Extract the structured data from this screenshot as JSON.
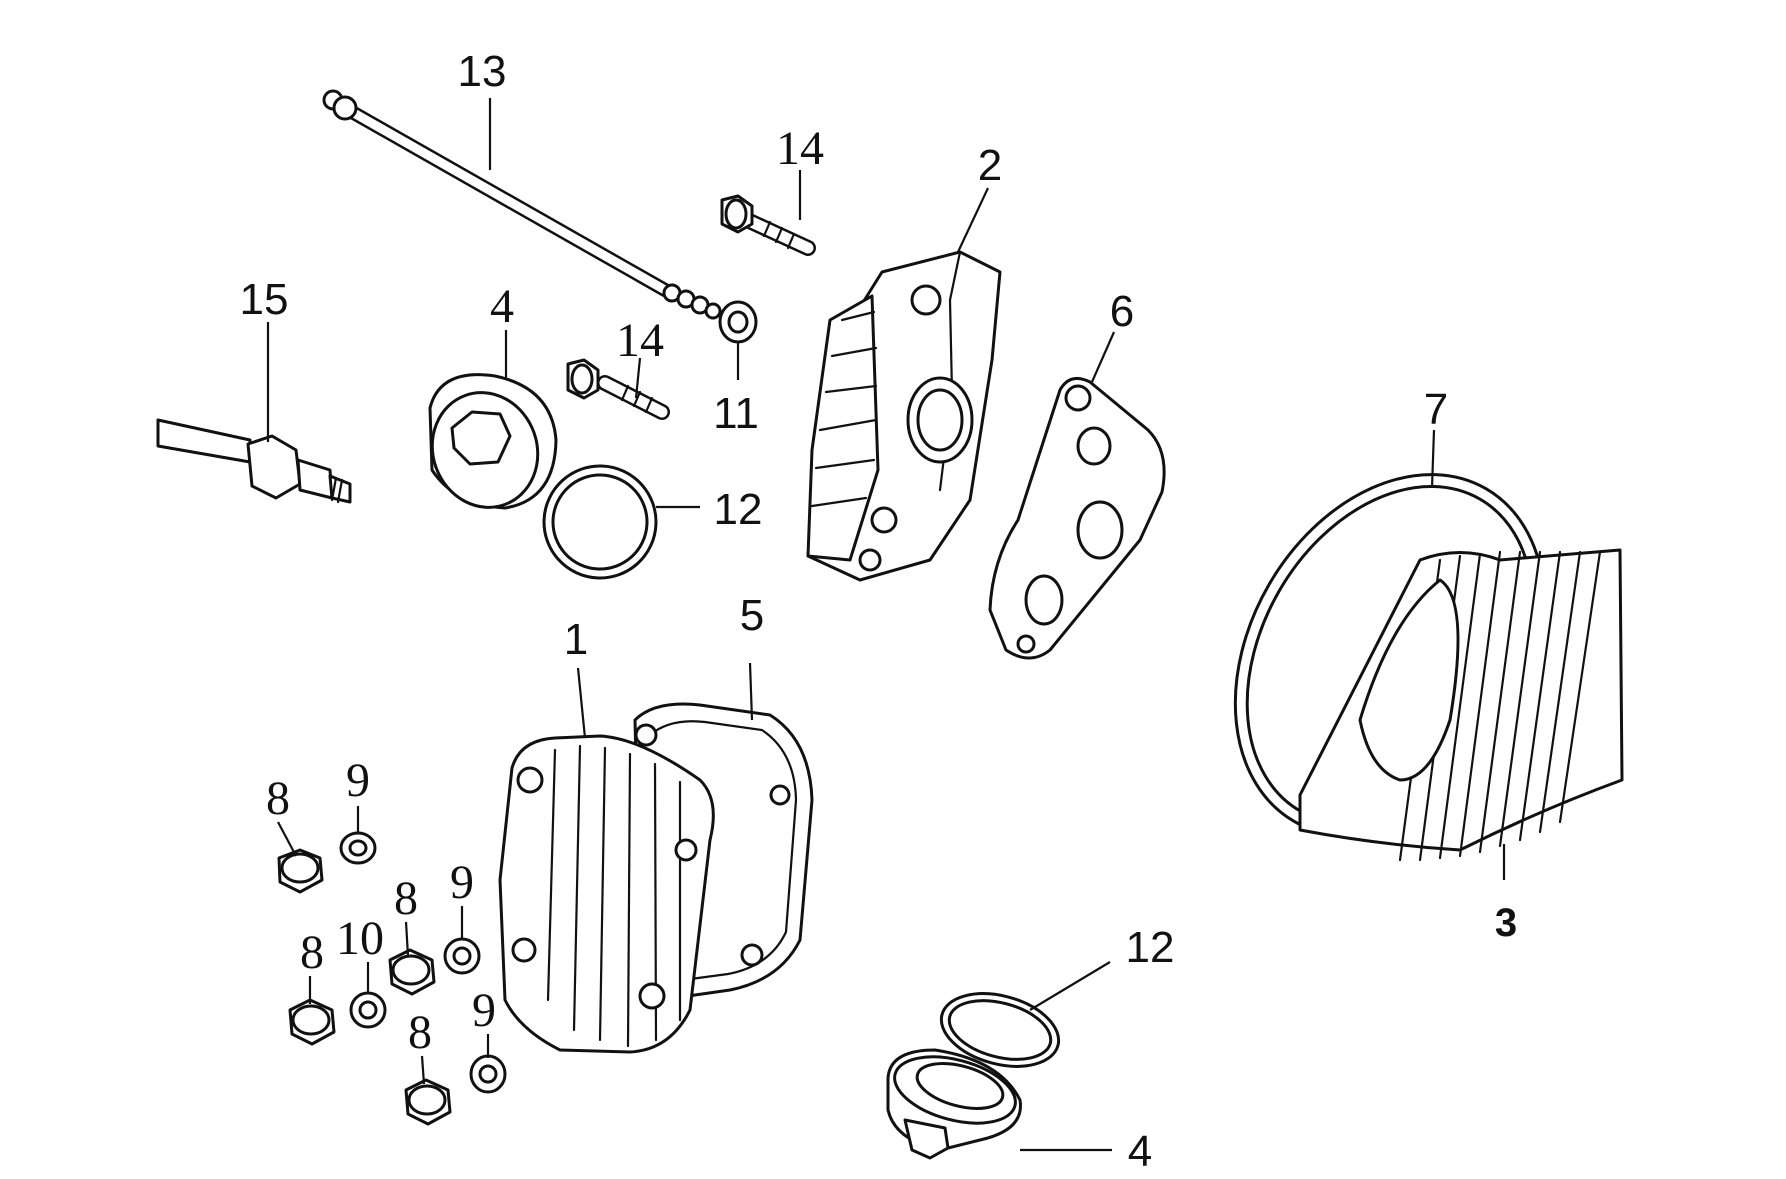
{
  "diagram": {
    "callouts": [
      {
        "id": "c13",
        "text": "13"
      },
      {
        "id": "c14a",
        "text": "14"
      },
      {
        "id": "c2",
        "text": "2"
      },
      {
        "id": "c15",
        "text": "15"
      },
      {
        "id": "c4a",
        "text": "4"
      },
      {
        "id": "c14b",
        "text": "14"
      },
      {
        "id": "c11",
        "text": "11"
      },
      {
        "id": "c12a",
        "text": "12"
      },
      {
        "id": "c6",
        "text": "6"
      },
      {
        "id": "c7",
        "text": "7"
      },
      {
        "id": "c1",
        "text": "1"
      },
      {
        "id": "c5",
        "text": "5"
      },
      {
        "id": "c3",
        "text": "3"
      },
      {
        "id": "c8a",
        "text": "8"
      },
      {
        "id": "c9a",
        "text": "9"
      },
      {
        "id": "c8b",
        "text": "8"
      },
      {
        "id": "c9b",
        "text": "9"
      },
      {
        "id": "c10",
        "text": "10"
      },
      {
        "id": "c8c",
        "text": "8"
      },
      {
        "id": "c9c",
        "text": "9"
      },
      {
        "id": "c8d",
        "text": "8"
      },
      {
        "id": "c12b",
        "text": "12"
      },
      {
        "id": "c4b",
        "text": "4"
      }
    ]
  }
}
